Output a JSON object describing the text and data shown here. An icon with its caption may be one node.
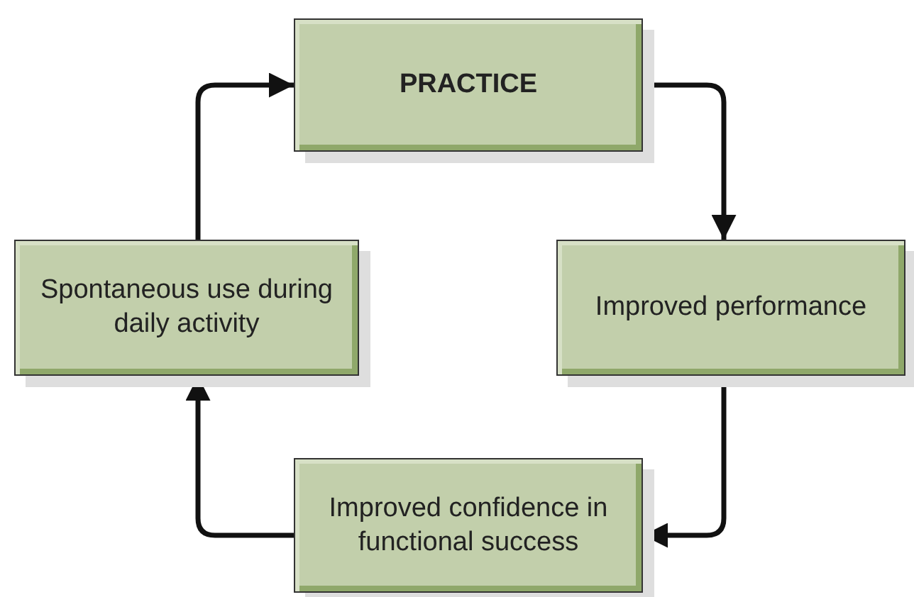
{
  "diagram": {
    "nodes": [
      {
        "text": [
          "PRACTICE"
        ]
      },
      {
        "text": [
          "Improved performance"
        ]
      },
      {
        "text": [
          "Improved confidence in functional success"
        ]
      },
      {
        "text": [
          "Spontaneous use during daily activity"
        ]
      }
    ],
    "edges": [
      {
        "from": 0,
        "to": 1,
        "arrow": "to"
      },
      {
        "from": 1,
        "to": 2,
        "arrow": "to"
      },
      {
        "from": 2,
        "to": 3,
        "arrow": "to"
      },
      {
        "from": 3,
        "to": 0,
        "arrow": "to"
      }
    ]
  }
}
